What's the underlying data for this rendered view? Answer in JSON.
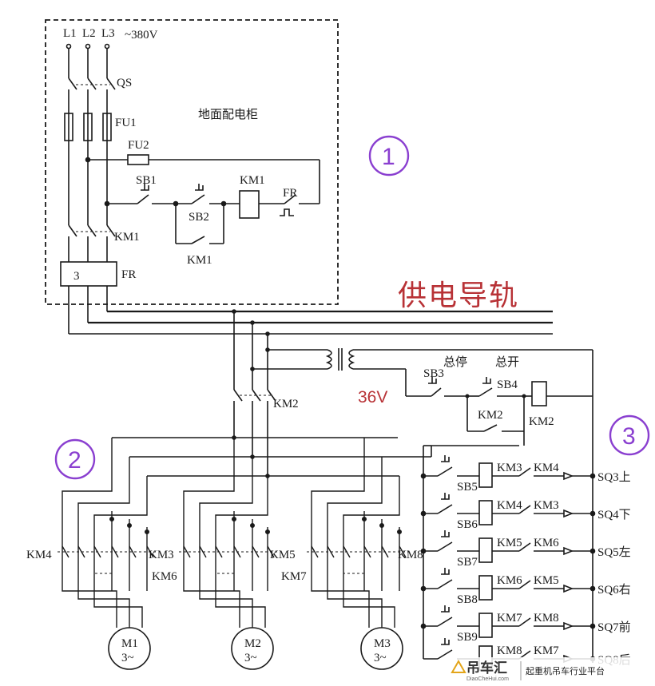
{
  "cabinet": {
    "phases": [
      "L1",
      "L2",
      "L3"
    ],
    "voltage": "~380V",
    "title": "地面配电柜",
    "qs": "QS",
    "fu1": "FU1",
    "fu2": "FU2",
    "sb1": "SB1",
    "sb2": "SB2",
    "km1_coil": "KM1",
    "fr_contact": "FR",
    "km1_main": "KM1",
    "km1_hold": "KM1",
    "fr_box_text": "3",
    "fr_label": "FR"
  },
  "rail_label": "供电导轨",
  "control": {
    "km2_main": "KM2",
    "voltage_36": "36V",
    "stop_text": "总停",
    "start_text": "总开",
    "sb3": "SB3",
    "sb4": "SB4",
    "km2_hold": "KM2",
    "km2_coil": "KM2",
    "rows": [
      {
        "button": "SB5",
        "coil": "KM3",
        "interlock": "KM4",
        "limit": "SQ3上"
      },
      {
        "button": "SB6",
        "coil": "KM4",
        "interlock": "KM3",
        "limit": "SQ4下"
      },
      {
        "button": "SB7",
        "coil": "KM5",
        "interlock": "KM6",
        "limit": "SQ5左"
      },
      {
        "button": "SB8",
        "coil": "KM6",
        "interlock": "KM5",
        "limit": "SQ6右"
      },
      {
        "button": "SB9",
        "coil": "KM7",
        "interlock": "KM8",
        "limit": "SQ7前"
      },
      {
        "button": "",
        "coil": "KM8",
        "interlock": "KM7",
        "limit": "SQ8后"
      }
    ]
  },
  "motors": {
    "contactor_labels": [
      "KM4",
      "KM3",
      "KM6",
      "KM5",
      "KM7",
      "KM8"
    ],
    "m1": {
      "name": "M1",
      "phase": "3~"
    },
    "m2": {
      "name": "M2",
      "phase": "3~"
    },
    "m3": {
      "name": "M3",
      "phase": "3~"
    }
  },
  "markers": [
    "1",
    "2",
    "3"
  ],
  "watermark": {
    "brand": "吊车汇",
    "url": "DiaoCheHui.com",
    "slogan": "起重机吊车行业平台"
  },
  "colors": {
    "line": "#1a1a1a",
    "rail_label": "#b83236",
    "marker": "#8a3fd0"
  }
}
